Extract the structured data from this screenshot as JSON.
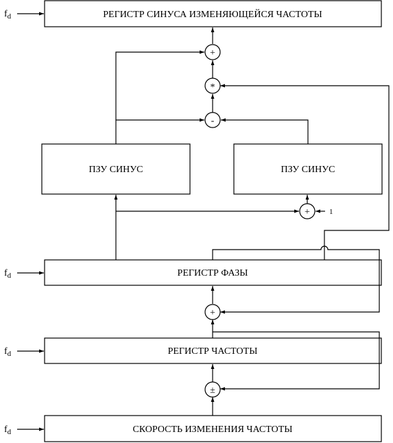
{
  "blocks": {
    "sine_register": "РЕГИСТР СИНУСА ИЗМЕНЯЮЩЕЙСЯ ЧАСТОТЫ",
    "rom_left": "ПЗУ СИНУС",
    "rom_right": "ПЗУ СИНУС",
    "phase_register": "РЕГИСТР ФАЗЫ",
    "frequency_register": "РЕГИСТР ЧАСТОТЫ",
    "rate_of_change": "СКОРОСТЬ ИЗМЕНЕНИЯ ЧАСТОТЫ"
  },
  "operators": {
    "add_top": "+",
    "multiply": "*",
    "subtract": "-",
    "add_rom": "+",
    "add_phase": "+",
    "plus_minus": "±"
  },
  "inputs": {
    "clock": "f",
    "clock_sub": "d",
    "constant_one": "1"
  }
}
